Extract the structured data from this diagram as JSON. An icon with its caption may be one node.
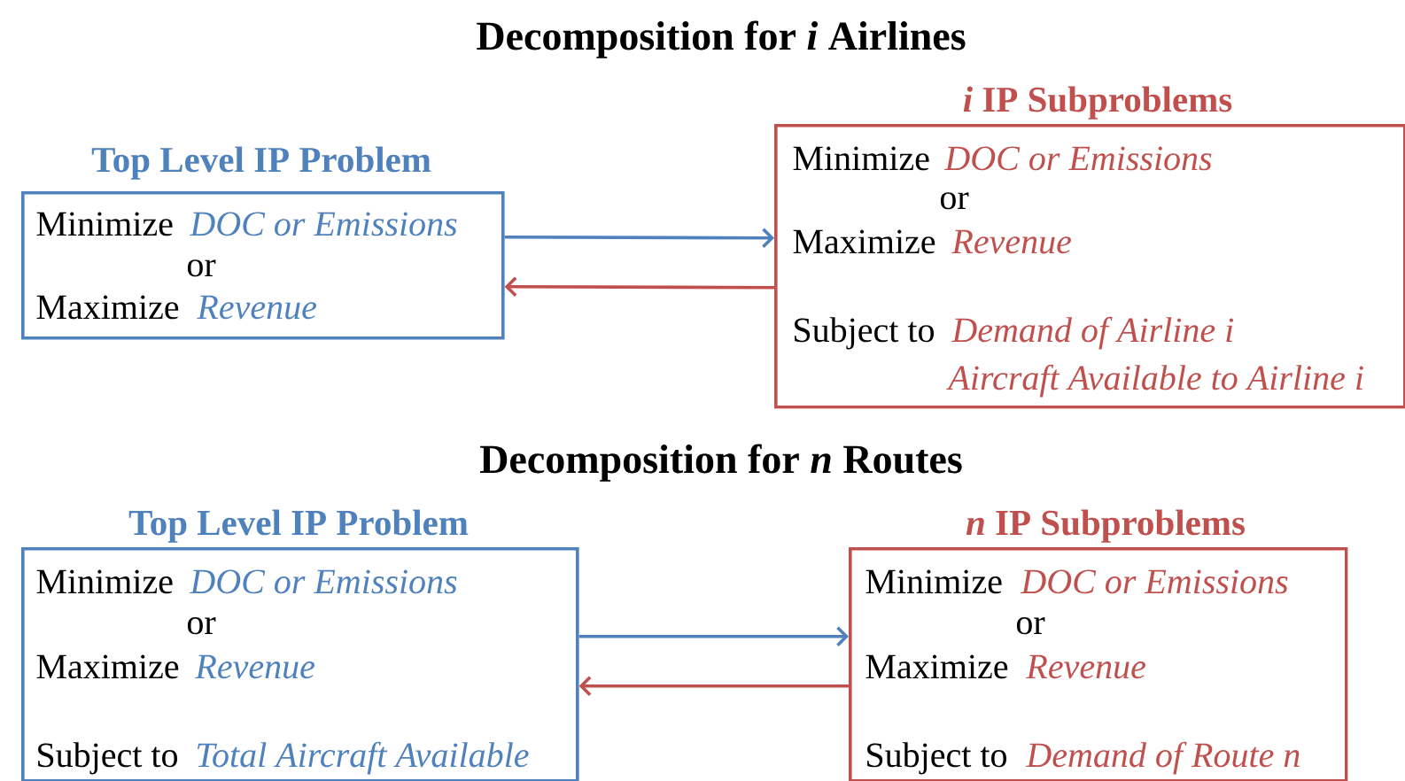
{
  "diagram": {
    "title": "Decomposition for *i* Airlines",
    "nodes": [
      {
        "text": [
          "Top Level IP Problem",
          "Minimize",
          "DOC or Emissions",
          "or",
          "Maximize",
          "Revenue"
        ]
      },
      {
        "text": [
          "*i* IP Subproblems",
          "Minimize",
          "DOC or Emissions",
          "or",
          "Maximize",
          "Revenue",
          "Subject to",
          "Demand of Airline i",
          "Aircraft Available to Airline i"
        ]
      },
      {
        "text": [
          "Top Level IP Problem",
          "Minimize",
          "DOC or Emissions",
          "or",
          "Maximize",
          "Revenue",
          "Subject to",
          "Total Aircraft Available"
        ]
      },
      {
        "text": [
          "*n* IP Subproblems",
          "Minimize",
          "DOC or Emissions",
          "or",
          "Maximize",
          "Revenue",
          "Subject to",
          "Demand of Route n"
        ]
      }
    ],
    "edges": [
      {
        "from": 0,
        "to": 1,
        "arrow": "to",
        "color": "#4f81bd"
      },
      {
        "from": 1,
        "to": 0,
        "arrow": "to",
        "color": "#c0504d"
      },
      {
        "from": 2,
        "to": 3,
        "arrow": "to",
        "color": "#4f81bd"
      },
      {
        "from": 3,
        "to": 2,
        "arrow": "to",
        "color": "#c0504d"
      }
    ],
    "labels": [
      "Decomposition for *n* Routes"
    ]
  }
}
